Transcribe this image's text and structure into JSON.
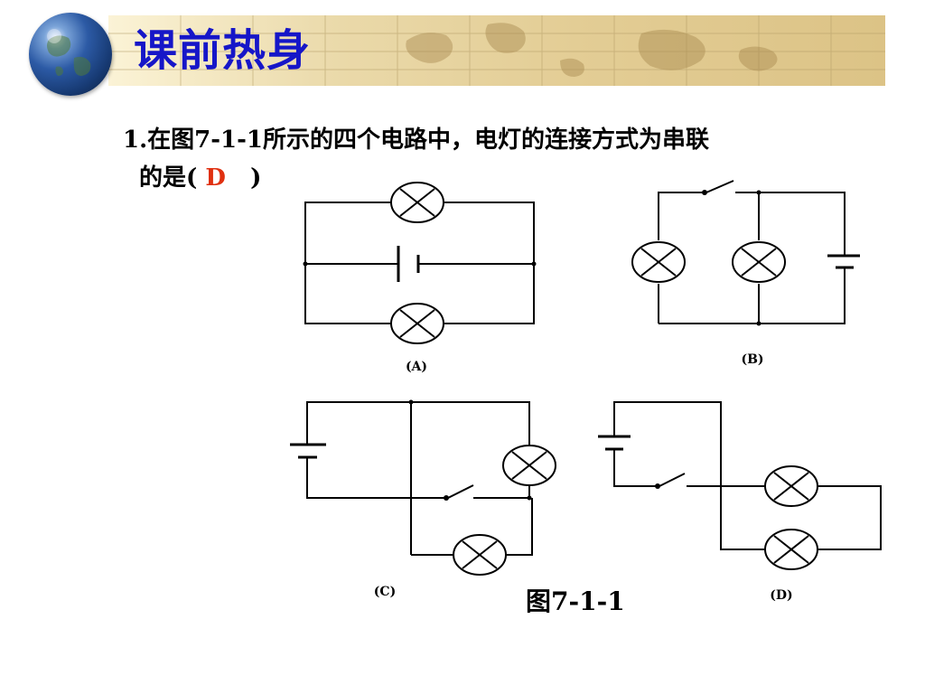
{
  "header": {
    "title": "课前热身"
  },
  "question": {
    "number": "1.",
    "text_line1": "在图7-1-1所示的四个电路中，电灯的连接方式为串联",
    "text_line2_prefix": "的是(",
    "answer": "D",
    "text_line2_suffix": ")"
  },
  "figure": {
    "caption": "图7-1-1",
    "labels": {
      "a": "(A)",
      "b": "(B)",
      "c": "(C)",
      "d": "(D)"
    }
  },
  "colors": {
    "title": "#1616c8",
    "answer": "#e03010",
    "banner": "#e3cd95"
  },
  "icons": {
    "globe": "globe-icon",
    "lamp": "lamp-icon",
    "battery": "battery-icon",
    "switch": "switch-icon"
  }
}
